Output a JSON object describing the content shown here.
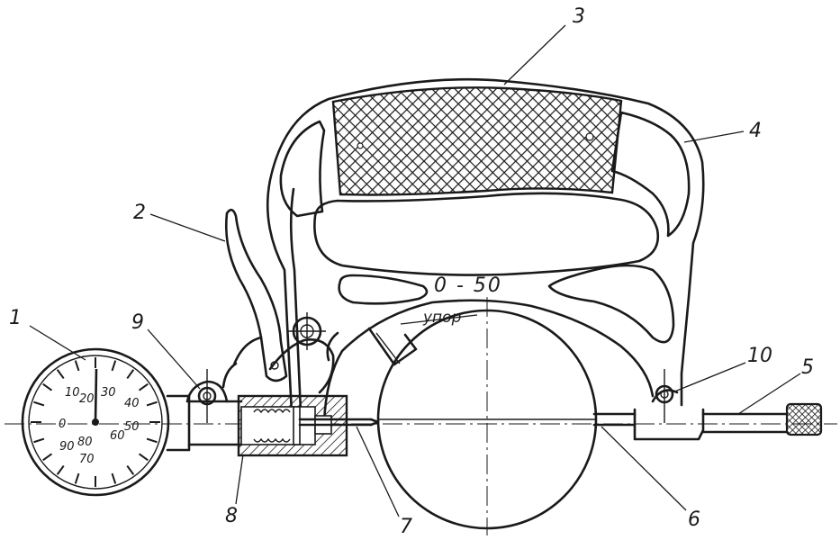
{
  "labels": {
    "l1": "1",
    "l2": "2",
    "l3": "3",
    "l4": "4",
    "l5": "5",
    "l6": "6",
    "l7": "7",
    "l8": "8",
    "l9": "9",
    "l10": "10"
  },
  "range_text": "0 - 50",
  "stop_text": "упор",
  "dial": {
    "numbers": [
      "10",
      "20",
      "30",
      "40",
      "50",
      "60",
      "70",
      "80",
      "90",
      "0"
    ]
  }
}
